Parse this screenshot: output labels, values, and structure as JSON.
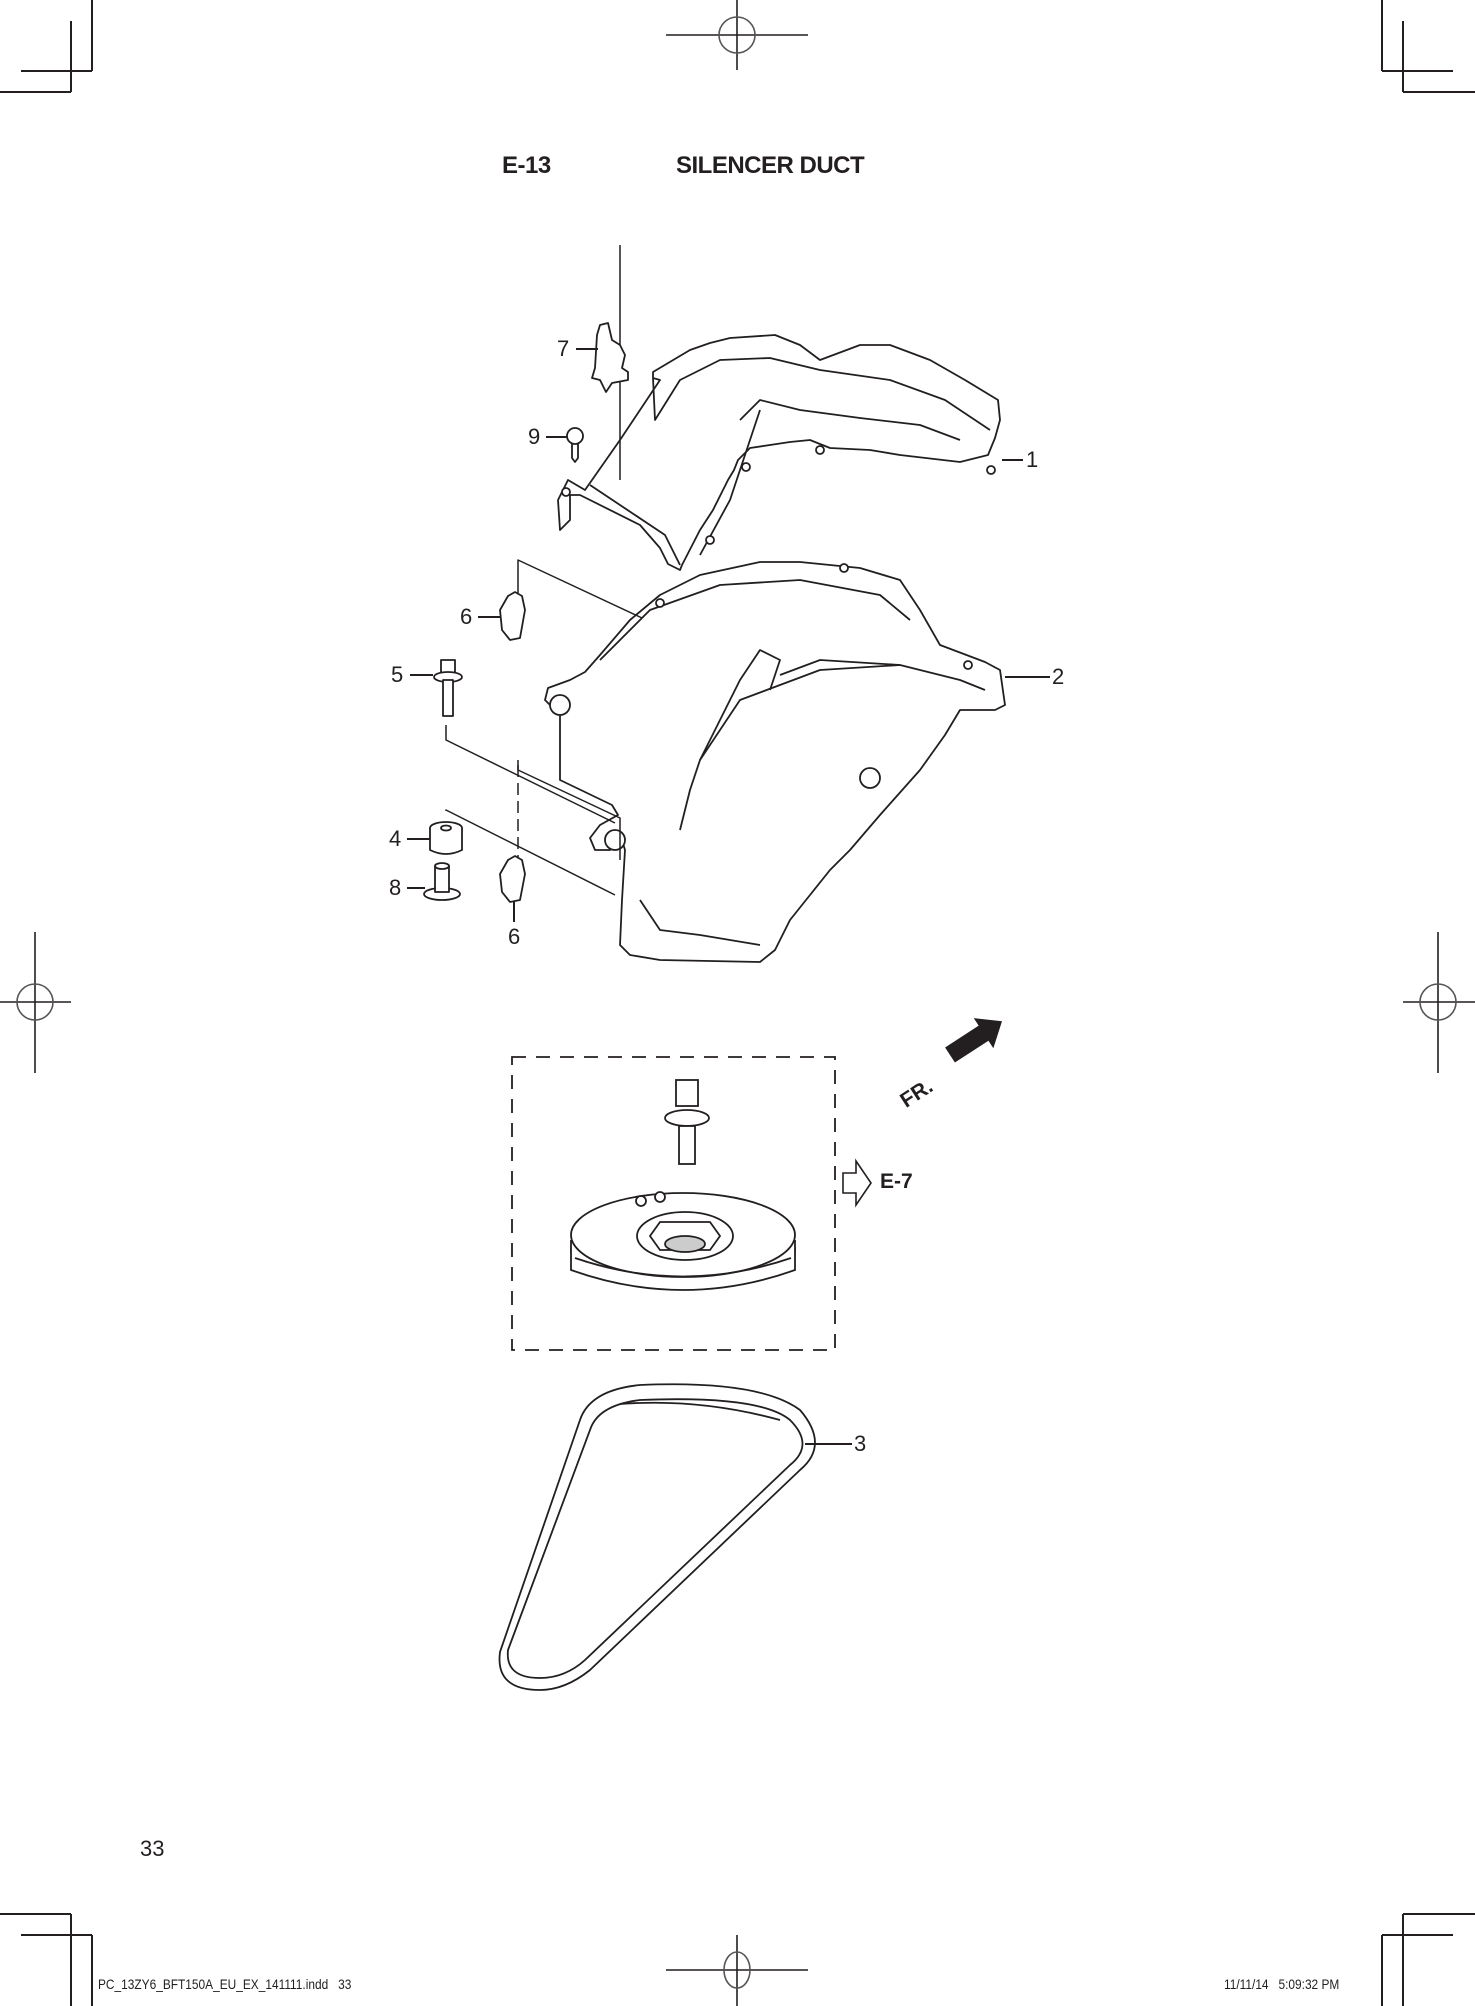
{
  "header": {
    "section_code": "E-13",
    "section_title": "SILENCER DUCT"
  },
  "diagram": {
    "callouts": [
      {
        "id": "1",
        "label": "1",
        "part": "silencer-duct-upper"
      },
      {
        "id": "2",
        "label": "2",
        "part": "silencer-duct-lower"
      },
      {
        "id": "3",
        "label": "3",
        "part": "v-belt"
      },
      {
        "id": "4",
        "label": "4",
        "part": "grommet"
      },
      {
        "id": "5",
        "label": "5",
        "part": "flange-bolt"
      },
      {
        "id": "6a",
        "label": "6",
        "part": "clip-upper"
      },
      {
        "id": "6b",
        "label": "6",
        "part": "clip-lower"
      },
      {
        "id": "7",
        "label": "7",
        "part": "wire-clamp"
      },
      {
        "id": "8",
        "label": "8",
        "part": "collar"
      },
      {
        "id": "9",
        "label": "9",
        "part": "tapping-screw"
      }
    ],
    "direction_marker": "FR.",
    "cross_reference": "E-7"
  },
  "page": {
    "number": "33"
  },
  "footer": {
    "file_name": "PC_13ZY6_BFT150A_EU_EX_141111.indd   33",
    "timestamp": "11/11/14   5:09:32 PM"
  }
}
